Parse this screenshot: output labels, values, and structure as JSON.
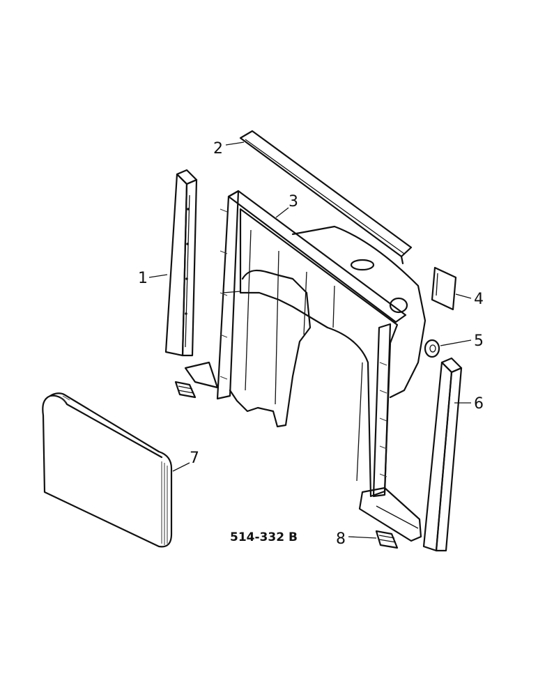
{
  "callouts": [
    {
      "id": "1",
      "label": "1"
    },
    {
      "id": "2",
      "label": "2"
    },
    {
      "id": "3",
      "label": "3"
    },
    {
      "id": "4",
      "label": "4"
    },
    {
      "id": "5",
      "label": "5"
    },
    {
      "id": "6",
      "label": "6"
    },
    {
      "id": "7",
      "label": "7"
    },
    {
      "id": "8",
      "label": "8"
    }
  ],
  "reference_code": "514-332 B"
}
